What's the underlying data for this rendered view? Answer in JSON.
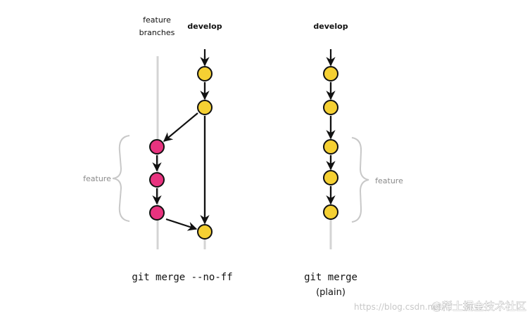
{
  "left": {
    "feature_header_line1": "feature",
    "feature_header_line2": "branches",
    "develop_header": "develop",
    "brace_label": "feature",
    "command": "git merge --no-ff"
  },
  "right": {
    "develop_header": "develop",
    "brace_label": "feature",
    "command": "git merge",
    "command_sub": "(plain)"
  },
  "colors": {
    "develop_commit": "#f5d033",
    "feature_commit": "#e8337f",
    "outline": "#111111",
    "branch_line": "#d4d4d4"
  },
  "watermark": {
    "url": "https://blog.csdn.net/",
    "brand": "@稀土掘金技术社区"
  }
}
